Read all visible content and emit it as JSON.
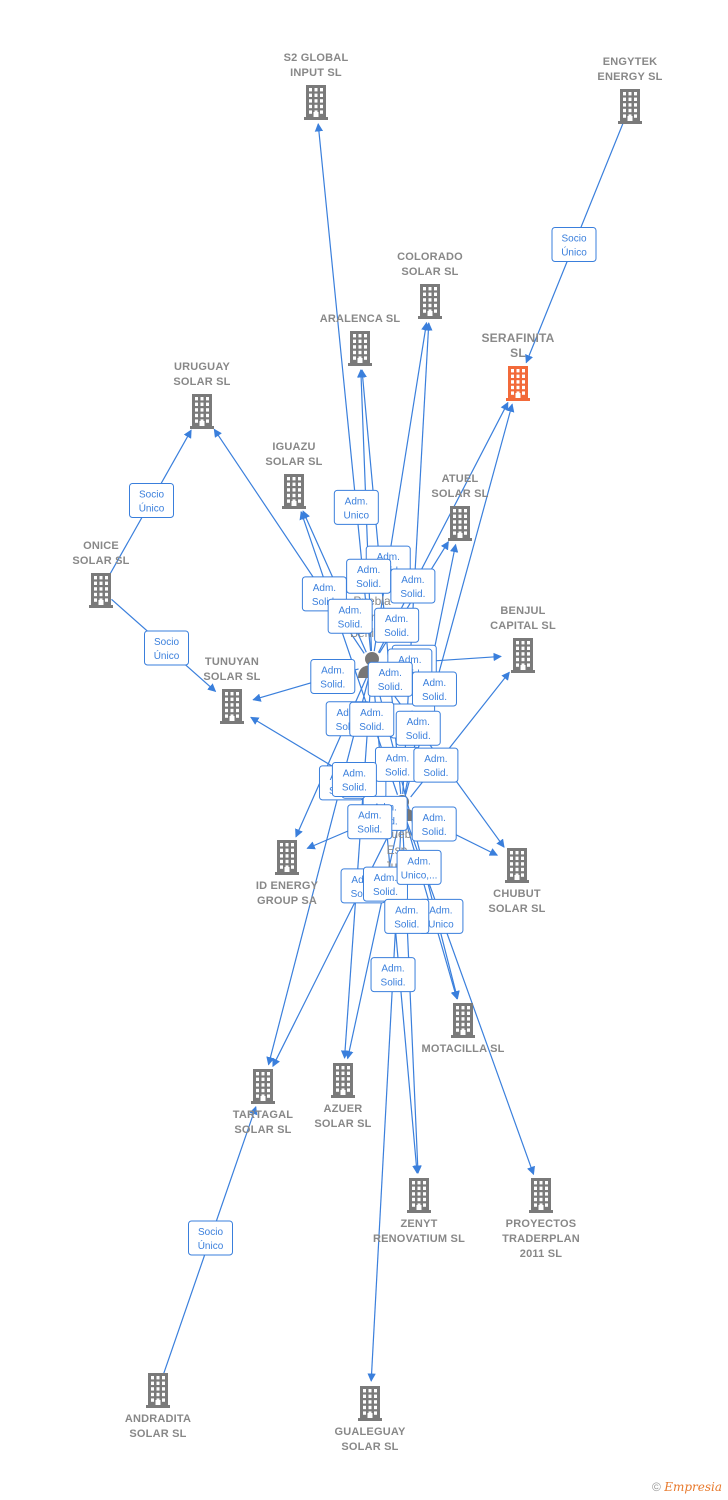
{
  "colors": {
    "building": "#7a7a7a",
    "building_highlight": "#f26a3a",
    "edge": "#3a7fdc",
    "person": "#777777"
  },
  "nodes": [
    {
      "id": "s2global",
      "type": "company",
      "label": [
        "S2 GLOBAL",
        "INPUT  SL"
      ]
    },
    {
      "id": "engytek",
      "type": "company",
      "label": [
        "ENGYTEK",
        "ENERGY  SL"
      ]
    },
    {
      "id": "colorado",
      "type": "company",
      "label": [
        "COLORADO",
        "SOLAR  SL"
      ]
    },
    {
      "id": "aralenca",
      "type": "company",
      "label": [
        "ARALENCA SL"
      ]
    },
    {
      "id": "serafinita",
      "type": "company",
      "highlight": true,
      "label": [
        "SERAFINITA",
        "SL"
      ]
    },
    {
      "id": "uruguay",
      "type": "company",
      "label": [
        "URUGUAY",
        "SOLAR  SL"
      ]
    },
    {
      "id": "iguazu",
      "type": "company",
      "label": [
        "IGUAZU",
        "SOLAR  SL"
      ]
    },
    {
      "id": "atuel",
      "type": "company",
      "label": [
        "ATUEL",
        "SOLAR  SL"
      ]
    },
    {
      "id": "onice",
      "type": "company",
      "label": [
        "ONICE",
        "SOLAR  SL"
      ]
    },
    {
      "id": "benjul",
      "type": "company",
      "label": [
        "BENJUL",
        "CAPITAL  SL"
      ]
    },
    {
      "id": "tunuyan",
      "type": "company",
      "label": [
        "TUNUYAN",
        "SOLAR  SL"
      ]
    },
    {
      "id": "puebla1",
      "type": "person",
      "label": [
        "Puebla",
        "Perez",
        "Benito..."
      ]
    },
    {
      "id": "puebla2",
      "type": "person",
      "label": [
        "Puebla",
        "Esp...",
        "Julio..."
      ]
    },
    {
      "id": "idenergy",
      "type": "company",
      "label": [
        "ID ENERGY",
        "GROUP SA"
      ]
    },
    {
      "id": "chubut",
      "type": "company",
      "label": [
        "CHUBUT",
        "SOLAR  SL"
      ]
    },
    {
      "id": "motacilla",
      "type": "company",
      "label": [
        "MOTACILLA SL"
      ]
    },
    {
      "id": "tartagal",
      "type": "company",
      "label": [
        "TARTAGAL",
        "SOLAR  SL"
      ]
    },
    {
      "id": "azuer",
      "type": "company",
      "label": [
        "AZUER",
        "SOLAR  SL"
      ]
    },
    {
      "id": "zenyt",
      "type": "company",
      "label": [
        "ZENYT",
        "RENOVATIUM SL"
      ]
    },
    {
      "id": "proyectos",
      "type": "company",
      "label": [
        "PROYECTOS",
        "TRADERPLAN",
        "2011 SL"
      ]
    },
    {
      "id": "andradita",
      "type": "company",
      "label": [
        "ANDRADITA",
        "SOLAR  SL"
      ]
    },
    {
      "id": "gualeguay",
      "type": "company",
      "label": [
        "GUALEGUAY",
        "SOLAR  SL"
      ]
    }
  ],
  "edges": [
    {
      "from": "engytek",
      "to": "serafinita",
      "label": [
        "Socio",
        "Único"
      ]
    },
    {
      "from": "onice",
      "to": "uruguay",
      "label": [
        "Socio",
        "Único"
      ]
    },
    {
      "from": "onice",
      "to": "tunuyan",
      "label": [
        "Socio",
        "Único"
      ]
    },
    {
      "from": "andradita",
      "to": "tartagal",
      "label": [
        "Socio",
        "Único"
      ]
    },
    {
      "from": "puebla1",
      "to": "s2global",
      "label": [
        "Adm.",
        "Unico"
      ]
    },
    {
      "from": "puebla1",
      "to": "colorado",
      "label": [
        "Adm.",
        "Solid."
      ]
    },
    {
      "from": "puebla1",
      "to": "aralenca",
      "label": [
        "Adm.",
        "Solid."
      ]
    },
    {
      "from": "puebla1",
      "to": "uruguay",
      "label": [
        "Adm.",
        "Solid."
      ]
    },
    {
      "from": "puebla1",
      "to": "iguazu",
      "label": [
        "Adm.",
        "Solid."
      ]
    },
    {
      "from": "puebla1",
      "to": "atuel",
      "label": [
        "Adm.",
        "Solid."
      ]
    },
    {
      "from": "puebla1",
      "to": "serafinita",
      "label": [
        "Adm.",
        "Solid."
      ]
    },
    {
      "from": "puebla1",
      "to": "tunuyan",
      "label": [
        "Adm.",
        "Solid."
      ]
    },
    {
      "from": "puebla1",
      "to": "benjul",
      "label": [
        "Adm.",
        "Solid."
      ]
    },
    {
      "from": "puebla1",
      "to": "idenergy",
      "label": [
        "Adm.",
        "Solid."
      ]
    },
    {
      "from": "puebla1",
      "to": "chubut",
      "label": [
        "Adm.",
        "Solid."
      ]
    },
    {
      "from": "puebla1",
      "to": "tartagal",
      "label": [
        "Adm.",
        "Solid."
      ]
    },
    {
      "from": "puebla1",
      "to": "azuer",
      "label": [
        "Adm.",
        "Solid."
      ]
    },
    {
      "from": "puebla1",
      "to": "motacilla",
      "label": [
        "Adm.",
        "Solid."
      ]
    },
    {
      "from": "puebla1",
      "to": "zenyt",
      "label": [
        "Adm.",
        "Solid."
      ]
    },
    {
      "from": "puebla2",
      "to": "colorado",
      "label": [
        "Adm.",
        "Solid."
      ]
    },
    {
      "from": "puebla2",
      "to": "serafinita",
      "label": [
        "Adm.",
        "Solid."
      ]
    },
    {
      "from": "puebla2",
      "to": "iguazu",
      "label": [
        "Adm.",
        "Solid."
      ]
    },
    {
      "from": "puebla2",
      "to": "aralenca",
      "label": [
        "Adm.",
        "Solid."
      ]
    },
    {
      "from": "puebla2",
      "to": "atuel",
      "label": [
        "Adm.",
        "Solid."
      ]
    },
    {
      "from": "puebla2",
      "to": "benjul",
      "label": [
        "Adm.",
        "Solid."
      ]
    },
    {
      "from": "puebla2",
      "to": "tunuyan",
      "label": [
        "Adm.",
        "Solid."
      ]
    },
    {
      "from": "puebla2",
      "to": "idenergy",
      "label": [
        "Adm.",
        "Solid."
      ]
    },
    {
      "from": "puebla2",
      "to": "chubut",
      "label": [
        "Adm.",
        "Solid."
      ]
    },
    {
      "from": "puebla2",
      "to": "tartagal",
      "label": [
        "Adm.",
        "Solid."
      ]
    },
    {
      "from": "puebla2",
      "to": "azuer",
      "label": [
        "Adm.",
        "Solid."
      ]
    },
    {
      "from": "puebla2",
      "to": "motacilla",
      "label": [
        "Adm.",
        "Unico,..."
      ]
    },
    {
      "from": "puebla2",
      "to": "proyectos",
      "label": [
        "Adm.",
        "Unico"
      ]
    },
    {
      "from": "puebla2",
      "to": "gualeguay",
      "label": [
        "Adm.",
        "Solid."
      ]
    },
    {
      "from": "puebla2",
      "to": "zenyt",
      "label": [
        "Adm.",
        "Solid."
      ]
    }
  ],
  "footer": {
    "copyright": "©",
    "brand": "Empresia"
  }
}
